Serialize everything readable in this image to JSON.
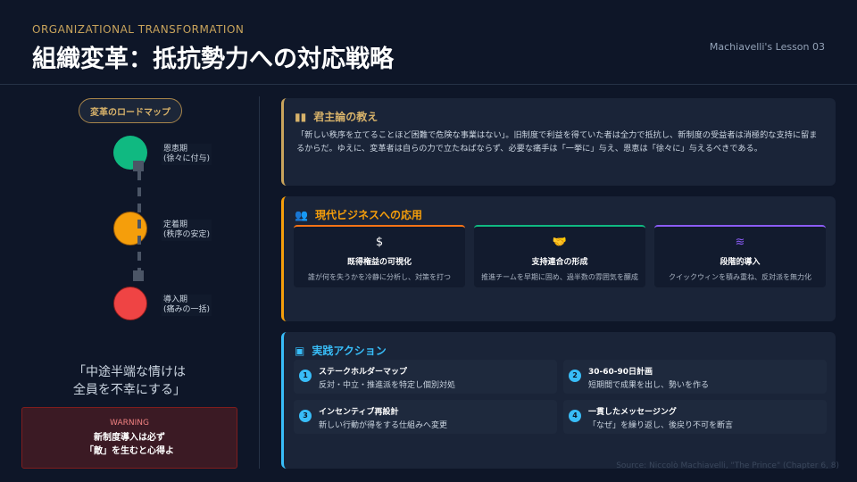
{
  "header": {
    "kicker": "ORGANIZATIONAL TRANSFORMATION",
    "title": "組織変革：抵抗勢力への対応戦略",
    "lesson": "Machiavelli's Lesson 03"
  },
  "roadmap": {
    "label": "変革のロードマップ",
    "phases": [
      {
        "name": "恩恵期",
        "sub": "(徐々に付与)",
        "color": "#10b981"
      },
      {
        "name": "定着期",
        "sub": "(秩序の安定)",
        "color": "#f59e0b"
      },
      {
        "name": "導入期",
        "sub": "(痛みの一括)",
        "color": "#ef4444"
      }
    ]
  },
  "quote": {
    "line1": "「中途半端な情けは",
    "line2": "全員を不幸にする」"
  },
  "warning": {
    "label": "WARNING",
    "line1": "新制度導入は必ず",
    "line2": "「敵」を生むと心得よ"
  },
  "teaching": {
    "icon": "book-icon",
    "title": "君主論の教え",
    "body": "「新しい秩序を立てることほど困難で危険な事業はない」。旧制度で利益を得ていた者は全力で抵抗し、新制度の受益者は消極的な支持に留まるからだ。ゆえに、変革者は自らの力で立たねばならず、必要な痛手は「一挙に」与え、恩恵は「徐々に」与えるべきである。"
  },
  "application": {
    "icon": "users-icon",
    "title": "現代ビジネスへの応用",
    "items": [
      {
        "icon": "search-dollar-icon",
        "title": "既得権益の可視化",
        "desc": "誰が何を失うかを冷静に分析し、対策を打つ",
        "color": "#f97316"
      },
      {
        "icon": "handshake-icon",
        "title": "支持連合の形成",
        "desc": "推進チームを早期に固め、過半数の雰囲気を醸成",
        "color": "#10b981"
      },
      {
        "icon": "layers-icon",
        "title": "段階的導入",
        "desc": "クイックウィンを積み重ね、反対派を無力化",
        "color": "#8b5cf6"
      }
    ]
  },
  "actions": {
    "icon": "clipboard-check-icon",
    "title": "実践アクション",
    "items": [
      {
        "num": "1",
        "title": "ステークホルダーマップ",
        "desc": "反対・中立・推進派を特定し個別対処"
      },
      {
        "num": "2",
        "title": "30-60-90日計画",
        "desc": "短期間で成果を出し、勢いを作る"
      },
      {
        "num": "3",
        "title": "インセンティブ再設計",
        "desc": "新しい行動が得をする仕組みへ変更"
      },
      {
        "num": "4",
        "title": "一貫したメッセージング",
        "desc": "「なぜ」を繰り返し、後戻り不可を断言"
      }
    ]
  },
  "source": "Source: Niccolò Machiavelli, \"The Prince\" (Chapter 6, 8)"
}
